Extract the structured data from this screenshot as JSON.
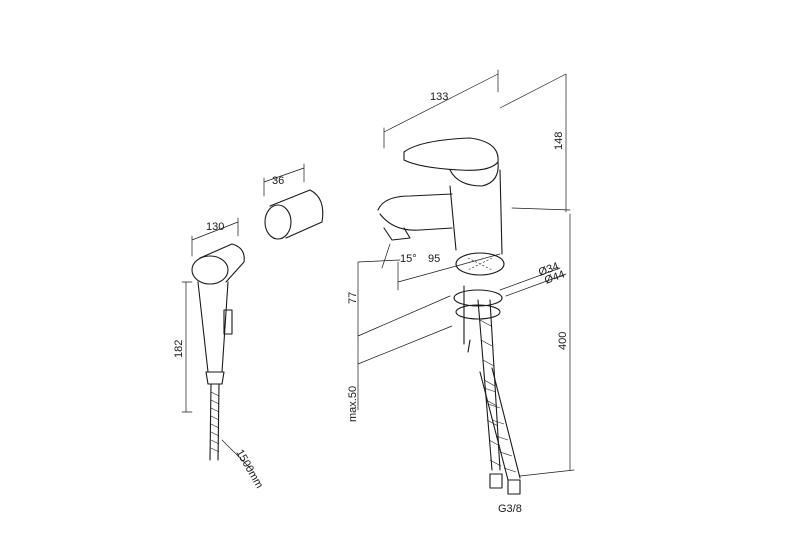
{
  "dimensions": {
    "spray_width": "130",
    "spray_height": "182",
    "hose_length": "1500mm",
    "holder_width": "36",
    "faucet_depth": "133",
    "faucet_height": "148",
    "spout_reach": "95",
    "spout_angle": "15°",
    "spout_clearance": "77",
    "mount_thickness": "max.50",
    "hole_diameter": "Ø34",
    "base_diameter": "Ø44",
    "supply_length": "400",
    "thread_size": "G3/8"
  }
}
